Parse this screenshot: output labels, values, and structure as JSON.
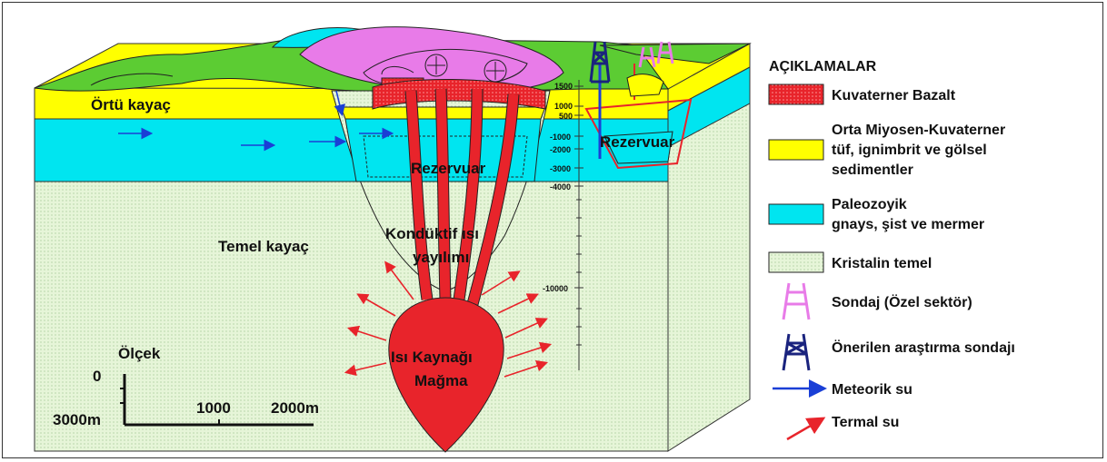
{
  "diagram": {
    "labels": {
      "cover_rock": "Örtü kayaç",
      "basement_rock": "Temel kayaç",
      "reservoir_main": "Rezervuar",
      "reservoir_right": "Rezervuar",
      "conductive_line1": "Kondüktif ısı",
      "conductive_line2": "yayılımı",
      "heat_source_line1": "Isı Kaynağı",
      "heat_source_line2": "Mağma"
    },
    "depth_scale": [
      "1500",
      "1000",
      "500",
      "-1000",
      "-2000",
      "-3000",
      "-4000",
      "-10000"
    ],
    "scale": {
      "title": "Ölçek",
      "vertical_top": "0",
      "vertical_bottom": "3000m",
      "h_mid": "1000",
      "h_end": "2000m"
    }
  },
  "legend": {
    "title": "AÇIKLAMALAR",
    "items": [
      {
        "label": "Kuvaterner Bazalt",
        "color": "#e8242b"
      },
      {
        "label1": "Orta Miyosen-Kuvaterner",
        "label2": "tüf, ignimbrit ve gölsel",
        "label3": "sedimentler",
        "color": "#ffff00"
      },
      {
        "label1": "Paleozoyik",
        "label2": "gnays, şist ve mermer",
        "color": "#00e5f0"
      },
      {
        "label": "Kristalin temel",
        "color": "#e6f5d8"
      },
      {
        "label": "Sondaj (Özel sektör)",
        "color": "#e87be8"
      },
      {
        "label": "Önerilen araştırma sondajı",
        "color": "#1a237e"
      },
      {
        "label": "Meteorik su",
        "color": "#1a3fd6"
      },
      {
        "label": "Termal su",
        "color": "#e8242b"
      }
    ]
  },
  "colors": {
    "basalt": "#e8242b",
    "tuff": "#ffff00",
    "paleozoic": "#00e5f0",
    "crystalline": "#e6f5d8",
    "surface_green": "#5ccc33",
    "caldera_pink": "#e87be8",
    "meteoric": "#1a3fd6",
    "thermal": "#e8242b"
  }
}
